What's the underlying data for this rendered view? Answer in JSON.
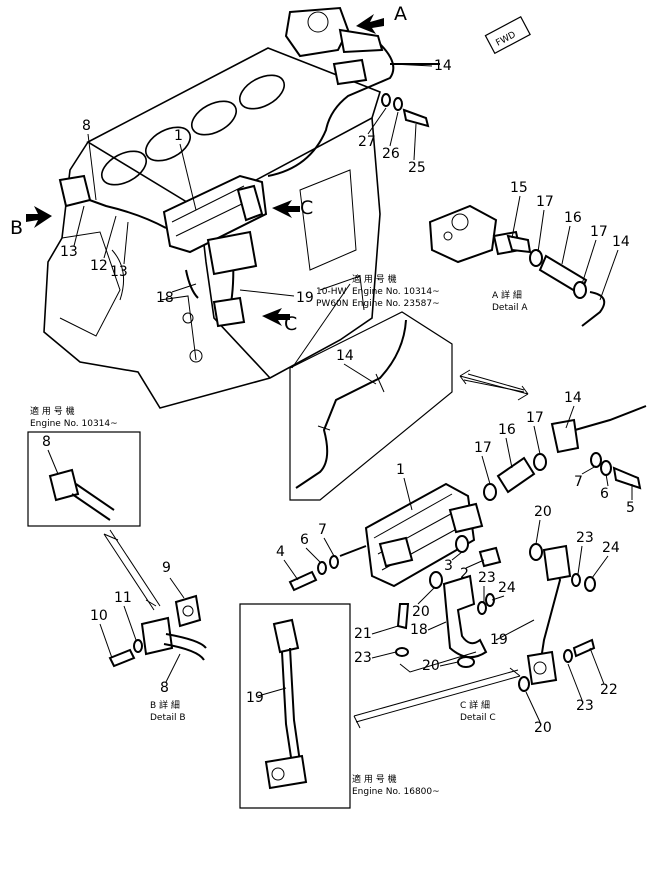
{
  "view_letters": {
    "a": "A",
    "b": "B",
    "c1": "C",
    "c2": "C"
  },
  "fwd": "FWD",
  "parts": {
    "p1_top": "1",
    "p1_lower": "1",
    "p2": "2",
    "p3": "3",
    "p4": "4",
    "p5": "5",
    "p6_a": "6",
    "p6_b": "6",
    "p7_a": "7",
    "p7_b": "7",
    "p8_top": "8",
    "p8_box": "8",
    "p8_b": "8",
    "p9": "9",
    "p10": "10",
    "p11": "11",
    "p12": "12",
    "p13_a": "13",
    "p13_b": "13",
    "p14_top": "14",
    "p14_a": "14",
    "p14_mid": "14",
    "p14_right": "14",
    "p15": "15",
    "p16_a": "16",
    "p16_b": "16",
    "p17_a": "17",
    "p17_b": "17",
    "p17_c": "17",
    "p17_d": "17",
    "p18_top": "18",
    "p18_c": "18",
    "p19_top": "19",
    "p19_c": "19",
    "p19_box": "19",
    "p20_a": "20",
    "p20_b": "20",
    "p20_c": "20",
    "p20_d": "20",
    "p21": "21",
    "p22": "22",
    "p23_a": "23",
    "p23_b": "23",
    "p23_c": "23",
    "p23_d": "23",
    "p24_a": "24",
    "p24_b": "24",
    "p25": "25",
    "p26": "26",
    "p27": "27"
  },
  "notes": {
    "top_right_jp": "適 用 号 機",
    "top_right_model1": "10-HW",
    "top_right_eng1": "Engine No. 10314~",
    "top_right_model2": "PW60N",
    "top_right_eng2": "Engine No. 23587~",
    "left_box_jp": "適 用 号 機",
    "left_box_eng": "Engine No. 10314~",
    "bottom_box_jp": "適 用 号 機",
    "bottom_box_eng": "Engine No. 16800~"
  },
  "details": {
    "a_jp": "A 詳 細",
    "a_en": "Detail A",
    "b_jp": "B 詳 細",
    "b_en": "Detail B",
    "c_jp": "C 詳 細",
    "c_en": "Detail C"
  }
}
